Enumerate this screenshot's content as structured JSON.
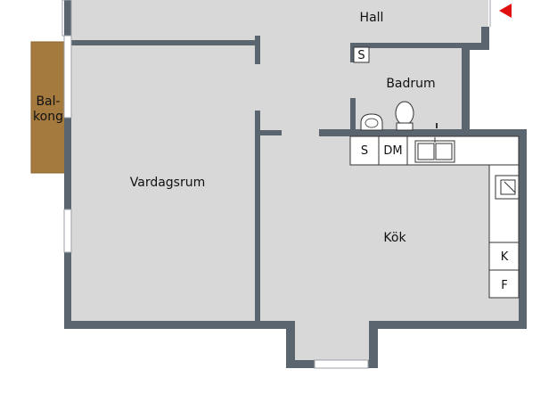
{
  "rooms": {
    "hall": "Hall",
    "badrum": "Badrum",
    "vardagsrum": "Vardagsrum",
    "kok": "Kök",
    "balkong_line1": "Bal-",
    "balkong_line2": "kong"
  },
  "fixtures": {
    "shower_cabinet": "S",
    "kitchen_s": "S",
    "dishwasher": "DM",
    "k": "K",
    "f": "F"
  },
  "colors": {
    "wall": "#5b6570",
    "floor": "#d8d8d8",
    "balcony": "#a57a3e",
    "entrance_marker": "#e01010",
    "fixture_fill": "#ffffff"
  }
}
